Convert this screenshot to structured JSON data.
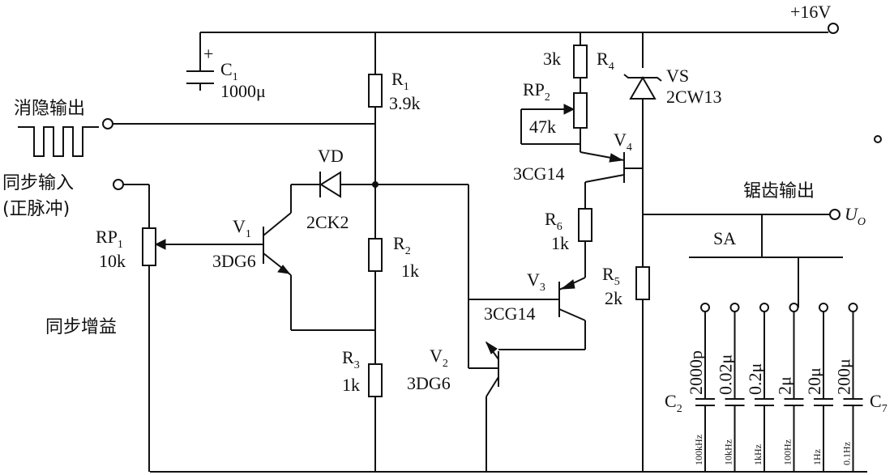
{
  "supply": {
    "label": "+16V"
  },
  "c1": {
    "name": "C",
    "sub": "1",
    "value": "1000μ",
    "plus": "+"
  },
  "r1": {
    "name": "R",
    "sub": "1",
    "value": "3.9k"
  },
  "r2": {
    "name": "R",
    "sub": "2",
    "value": "1k"
  },
  "r3": {
    "name": "R",
    "sub": "3",
    "value": "1k"
  },
  "r4": {
    "value": "3k",
    "name": "R",
    "sub": "4"
  },
  "r5": {
    "name": "R",
    "sub": "5",
    "value": "2k"
  },
  "r6": {
    "name": "R",
    "sub": "6",
    "value": "1k"
  },
  "rp1": {
    "name": "RP",
    "sub": "1",
    "value": "10k"
  },
  "rp2": {
    "name": "RP",
    "sub": "2",
    "value": "47k"
  },
  "vd": {
    "name": "VD",
    "part": "2CK2"
  },
  "vs": {
    "name": "VS",
    "part": "2CW13"
  },
  "v1": {
    "name": "V",
    "sub": "1",
    "part": "3DG6"
  },
  "v2": {
    "name": "V",
    "sub": "2",
    "part": "3DG6"
  },
  "v3": {
    "name": "V",
    "sub": "3",
    "part": "3CG14"
  },
  "v4": {
    "name": "V",
    "sub": "4",
    "part": "3CG14"
  },
  "terminals": {
    "blanking_output": "消隐输出",
    "sync_input": "同步输入",
    "sync_input_note": "(正脉冲)",
    "sync_gain": "同步增益",
    "sawtooth_output": "锯齿输出",
    "uo_symbol": "U",
    "uo_sub": "O"
  },
  "switch": {
    "name": "SA"
  },
  "cap_bank": {
    "first_name": "C",
    "first_sub": "2",
    "last_name": "C",
    "last_sub": "7",
    "capacitors": [
      {
        "value": "2000p",
        "freq": "100kHz"
      },
      {
        "value": "0.02μ",
        "freq": "10kHz"
      },
      {
        "value": "0.2μ",
        "freq": "1kHz"
      },
      {
        "value": "2μ",
        "freq": "100Hz"
      },
      {
        "value": "20μ",
        "freq": "1Hz"
      },
      {
        "value": "200μ",
        "freq": "0.1Hz"
      }
    ]
  }
}
